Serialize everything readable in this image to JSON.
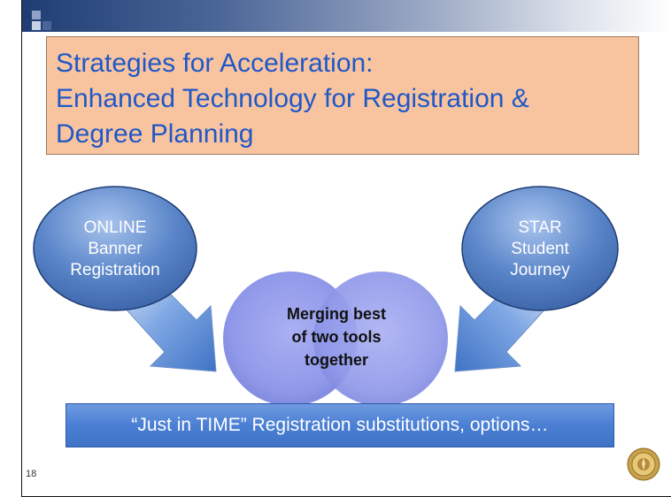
{
  "title": {
    "line1": "Strategies for Acceleration:",
    "line2": "Enhanced Technology for Registration &",
    "line3": "Degree Planning"
  },
  "left_oval": {
    "line1": "ONLINE",
    "line2": "Banner",
    "line3": "Registration"
  },
  "right_oval": {
    "line1": "STAR",
    "line2": "Student",
    "line3": "Journey"
  },
  "center": {
    "line1": "Merging best",
    "line2": "of two tools",
    "line3": "together"
  },
  "bottom_banner": "“Just in TIME” Registration substitutions, options…",
  "page_number": "18",
  "colors": {
    "title_text": "#1f58c7",
    "title_bg": "#f8c4a0",
    "oval_blue": "#5b86c9",
    "center_purple": "#8c95e9",
    "banner_blue": "#4a7fd4"
  }
}
